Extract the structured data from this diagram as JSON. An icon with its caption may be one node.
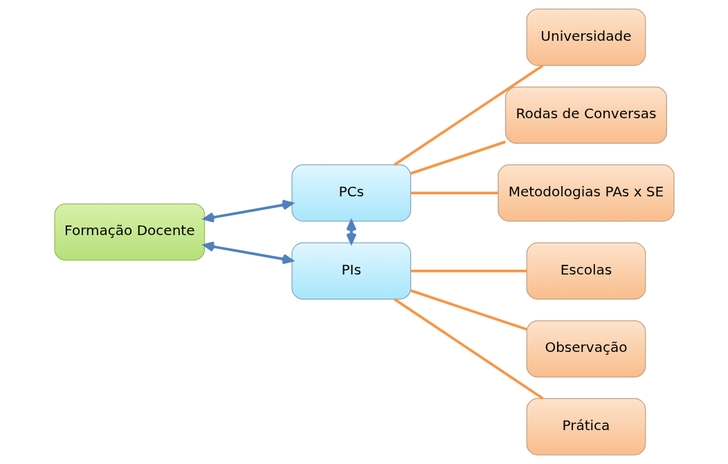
{
  "diagram": {
    "nodes": [
      {
        "text": [
          "Formação Docente"
        ]
      },
      {
        "text": [
          "PCs"
        ]
      },
      {
        "text": [
          "PIs"
        ]
      },
      {
        "text": [
          "Universidade"
        ]
      },
      {
        "text": [
          "Rodas de Conversas"
        ]
      },
      {
        "text": [
          "Metodologias PAs x SE"
        ]
      },
      {
        "text": [
          "Escolas"
        ]
      },
      {
        "text": [
          "Observação"
        ]
      },
      {
        "text": [
          "Prática"
        ]
      }
    ],
    "edges": [
      {
        "from": 0,
        "to": 1,
        "arrow": "both",
        "color": "#4f81bd"
      },
      {
        "from": 0,
        "to": 2,
        "arrow": "both",
        "color": "#4f81bd"
      },
      {
        "from": 1,
        "to": 2,
        "arrow": "both",
        "color": "#4f81bd"
      },
      {
        "from": 1,
        "to": 3,
        "arrow": "none"
      },
      {
        "from": 1,
        "to": 4,
        "arrow": "none"
      },
      {
        "from": 1,
        "to": 5,
        "arrow": "none"
      },
      {
        "from": 2,
        "to": 6,
        "arrow": "none"
      },
      {
        "from": 2,
        "to": 7,
        "arrow": "none"
      },
      {
        "from": 2,
        "to": 8,
        "arrow": "none"
      }
    ]
  }
}
